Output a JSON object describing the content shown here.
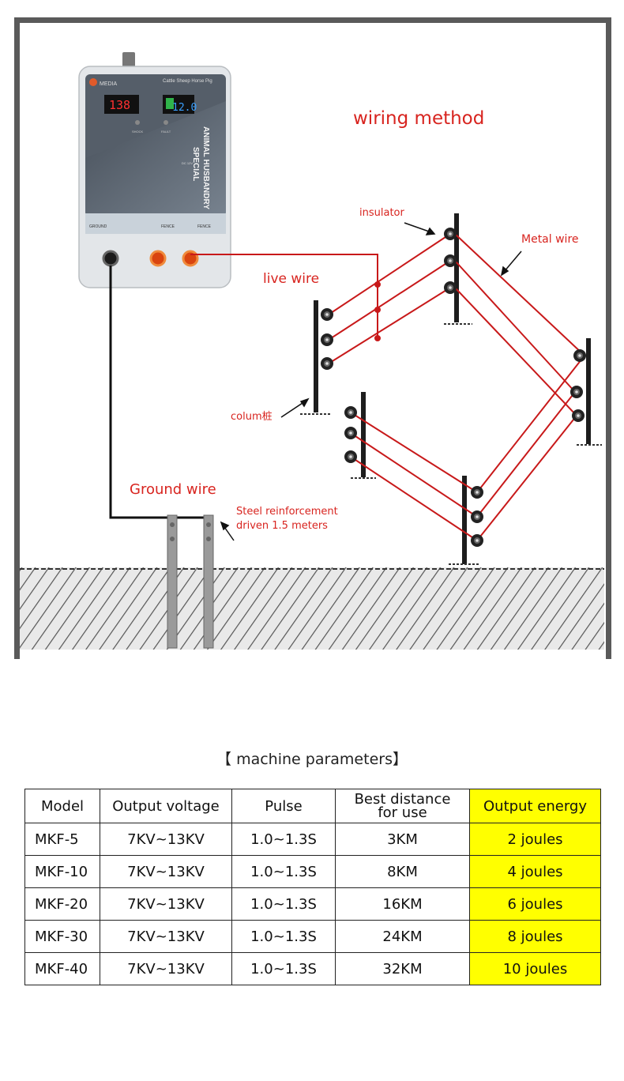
{
  "diagram": {
    "title": "wiring method",
    "labels": {
      "insulator": "insulator",
      "metal_wire": "Metal wire",
      "live_wire": "live wire",
      "column": "colum桩",
      "ground_wire": "Ground wire",
      "steel_line1": "Steel reinforcement",
      "steel_line2": "driven 1.5 meters"
    },
    "device": {
      "brand": "MEDIA",
      "type_text": "Cattle Sheep Horse Pig",
      "display_left": "138",
      "display_right": "12.0",
      "vertical_text_1": "ANIMAL HUSBANDRY",
      "vertical_text_2": "SPECIAL",
      "terminal_ground": "GROUND",
      "terminal_fence_1": "FENCE",
      "terminal_fence_2": "FENCE",
      "indicator_1": "SHOCK",
      "indicator_2": "FAULT",
      "small_text": "DC 12V"
    },
    "colors": {
      "live_wire": "#c8191a",
      "label_red": "#d8241f",
      "ground_hatch": "#555555",
      "device_body": "#e6e8ea",
      "device_panel": "#4d5560"
    }
  },
  "params": {
    "title": "【 machine parameters】",
    "headers": [
      "Model",
      "Output voltage",
      "Pulse",
      "Best distance\nfor use",
      "Output energy"
    ],
    "rows": [
      [
        "MKF-5",
        "7KV~13KV",
        "1.0~1.3S",
        "3KM",
        "2 joules"
      ],
      [
        "MKF-10",
        "7KV~13KV",
        "1.0~1.3S",
        "8KM",
        "4 joules"
      ],
      [
        "MKF-20",
        "7KV~13KV",
        "1.0~1.3S",
        "16KM",
        "6 joules"
      ],
      [
        "MKF-30",
        "7KV~13KV",
        "1.0~1.3S",
        "24KM",
        "8 joules"
      ],
      [
        "MKF-40",
        "7KV~13KV",
        "1.0~1.3S",
        "32KM",
        "10 joules"
      ]
    ],
    "highlight_color": "#ffff00"
  }
}
